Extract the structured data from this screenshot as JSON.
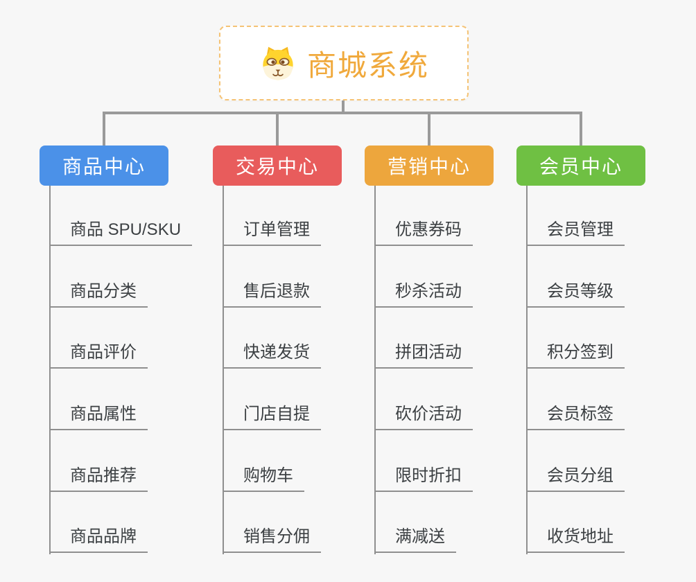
{
  "root": {
    "title": "商城系统",
    "icon": "dog-face-icon"
  },
  "branches": [
    {
      "label": "商品中心",
      "color": "#4b91e8",
      "children": [
        "商品 SPU/SKU",
        "商品分类",
        "商品评价",
        "商品属性",
        "商品推荐",
        "商品品牌"
      ]
    },
    {
      "label": "交易中心",
      "color": "#e85c5c",
      "children": [
        "订单管理",
        "售后退款",
        "快递发货",
        "门店自提",
        "购物车",
        "销售分佣"
      ]
    },
    {
      "label": "营销中心",
      "color": "#eda63d",
      "children": [
        "优惠券码",
        "秒杀活动",
        "拼团活动",
        "砍价活动",
        "限时折扣",
        "满减送"
      ]
    },
    {
      "label": "会员中心",
      "color": "#6fc043",
      "children": [
        "会员管理",
        "会员等级",
        "积分签到",
        "会员标签",
        "会员分组",
        "收货地址"
      ]
    }
  ],
  "colors": {
    "background": "#f7f7f7",
    "root_border": "#f5c375",
    "root_title": "#f0a93c",
    "connector": "#9a9a9a",
    "leaf_underline": "#8f8f8f",
    "leaf_text": "#3c4043"
  }
}
